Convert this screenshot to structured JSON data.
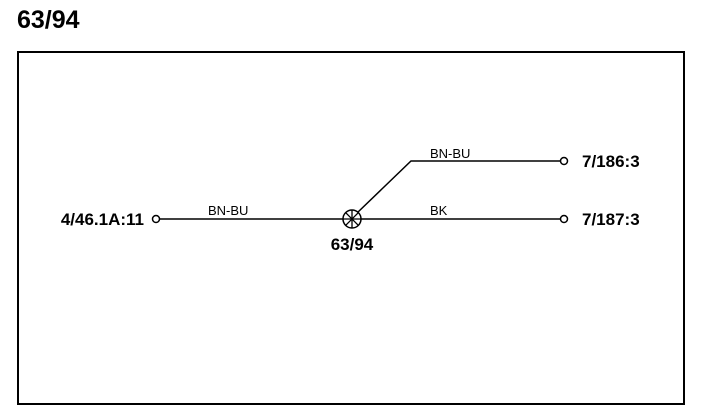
{
  "title": "63/94",
  "splice": {
    "label": "63/94"
  },
  "terminals": {
    "left": "4/46.1A:11",
    "right_top": "7/186:3",
    "right_bottom": "7/187:3"
  },
  "wires": {
    "left": "BN-BU",
    "right_top": "BN-BU",
    "right_bottom": "BK"
  }
}
